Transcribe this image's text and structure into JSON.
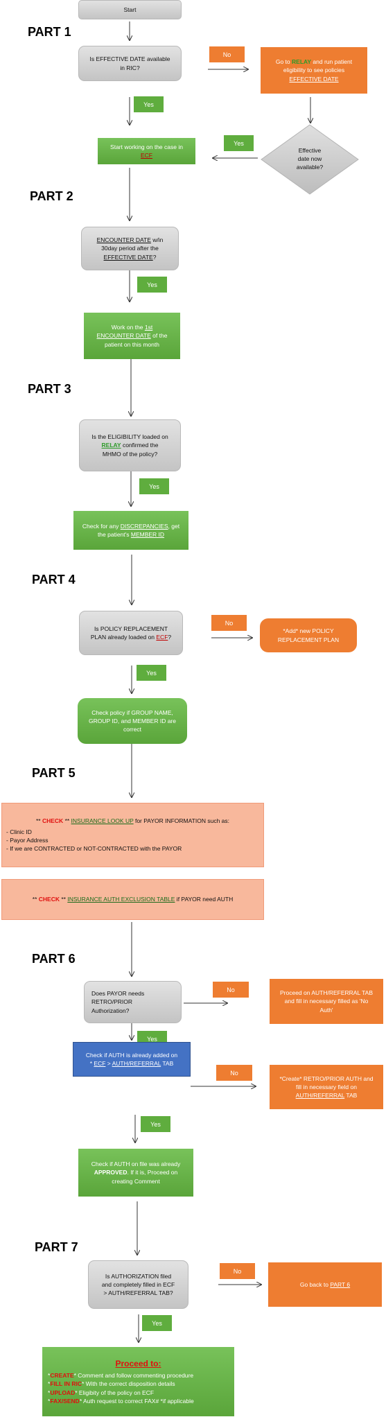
{
  "start": "Start",
  "parts": [
    "PART 1",
    "PART 2",
    "PART 3",
    "PART 4",
    "PART 5",
    "PART 6",
    "PART 7"
  ],
  "labels": {
    "yes": "Yes",
    "no": "No"
  },
  "p1": {
    "q_pre": "Is EFFECTIVE DATE available",
    "q_post": "in RIC?",
    "relay_a": "Go to ",
    "relay_b": "RELAY",
    "relay_c": " and run patient",
    "relay_d": "eligibility to see policies",
    "relay_e": "EFFECTIVE DATE",
    "diamond": [
      "Effective",
      "date now",
      "available?"
    ],
    "start_a": "Start working on the case in",
    "start_b": "ECF"
  },
  "p2": {
    "q_a": "ENCOUNTER DATE",
    "q_b": " w/in",
    "q_c": "30day period after the",
    "q_d": "EFFECTIVE DATE",
    "q_e": "?",
    "w_a": "Work on the ",
    "w_b": "1st",
    "w_c": "ENCOUNTER DATE",
    "w_d": " of the",
    "w_e": "patient on this month"
  },
  "p3": {
    "q_a": "Is the ELIGIBILITY loaded on",
    "q_b": "RELAY",
    "q_c": " confirmed the",
    "q_d": "MHMO of the policy?",
    "c_a": "Check for any ",
    "c_b": "DISCREPANCIES",
    "c_c": ", get",
    "c_d": "the patient's ",
    "c_e": "MEMBER ID"
  },
  "p4": {
    "q_a": "Is POLICY REPLACEMENT",
    "q_b": "PLAN already loaded on ",
    "q_c": "ECF",
    "q_d": "?",
    "add": [
      "*Add* new POLICY",
      "REPLACEMENT PLAN"
    ],
    "chk": [
      "Check policy if GROUP NAME,",
      "GROUP ID, and MEMBER ID are",
      "correct"
    ]
  },
  "p5": {
    "stars": "** ",
    "check": "CHECK",
    "stars2": " ** ",
    "lookup": "INSURANCE LOOK UP",
    "lookup_tail": " for PAYOR INFORMATION such as:",
    "items": [
      "- Clinic ID",
      "- Payor Address",
      "- If we are CONTRACTED or NOT-CONTRACTED with the PAYOR"
    ],
    "excl": "INSURANCE AUTH EXCLUSION TABLE",
    "excl_tail": " if PAYOR need AUTH"
  },
  "p6": {
    "q": [
      "Does PAYOR needs",
      "RETRO/PRIOR",
      "Authorization?"
    ],
    "proc": [
      "Proceed on AUTH/REFERRAL TAB",
      "and fill in necessary filled as 'No",
      "Auth'"
    ],
    "blue_a": "Check if AUTH is already added on",
    "blue_b": "* ",
    "blue_c": "ECF",
    "blue_d": " > ",
    "blue_e": "AUTH/REFERRAL",
    "blue_f": " TAB",
    "create_a": "*Create* RETRO/PRIOR AUTH and",
    "create_b": "fill in necessary field on",
    "create_c": "AUTH/REFERRAL",
    "create_d": " TAB",
    "appr_a": "Check if AUTH on file was already",
    "appr_b": "APPROVED",
    "appr_c": ". If it is, Proceed on",
    "appr_d": "creating Comment"
  },
  "p7": {
    "q": [
      "Is AUTHORIZATION filed",
      "and completely filled in ECF",
      "> AUTH/REFERRAL TAB?"
    ],
    "back_a": "Go back to ",
    "back_b": "PART 6",
    "final_title": "Proceed to:",
    "f1_a": "*",
    "f1_b": "CREATE",
    "f1_c": "* Comment and follow commenting procedure",
    "f2_b": "FILL IN RIC",
    "f2_c": "* With the correct disposition details",
    "f3_b": "UPLOAD",
    "f3_c": "* Eligibity of the policy on ECF",
    "f4_b": "FAX/SEND",
    "f4_c": "* Auth request to correct FAX# *if applicable"
  }
}
